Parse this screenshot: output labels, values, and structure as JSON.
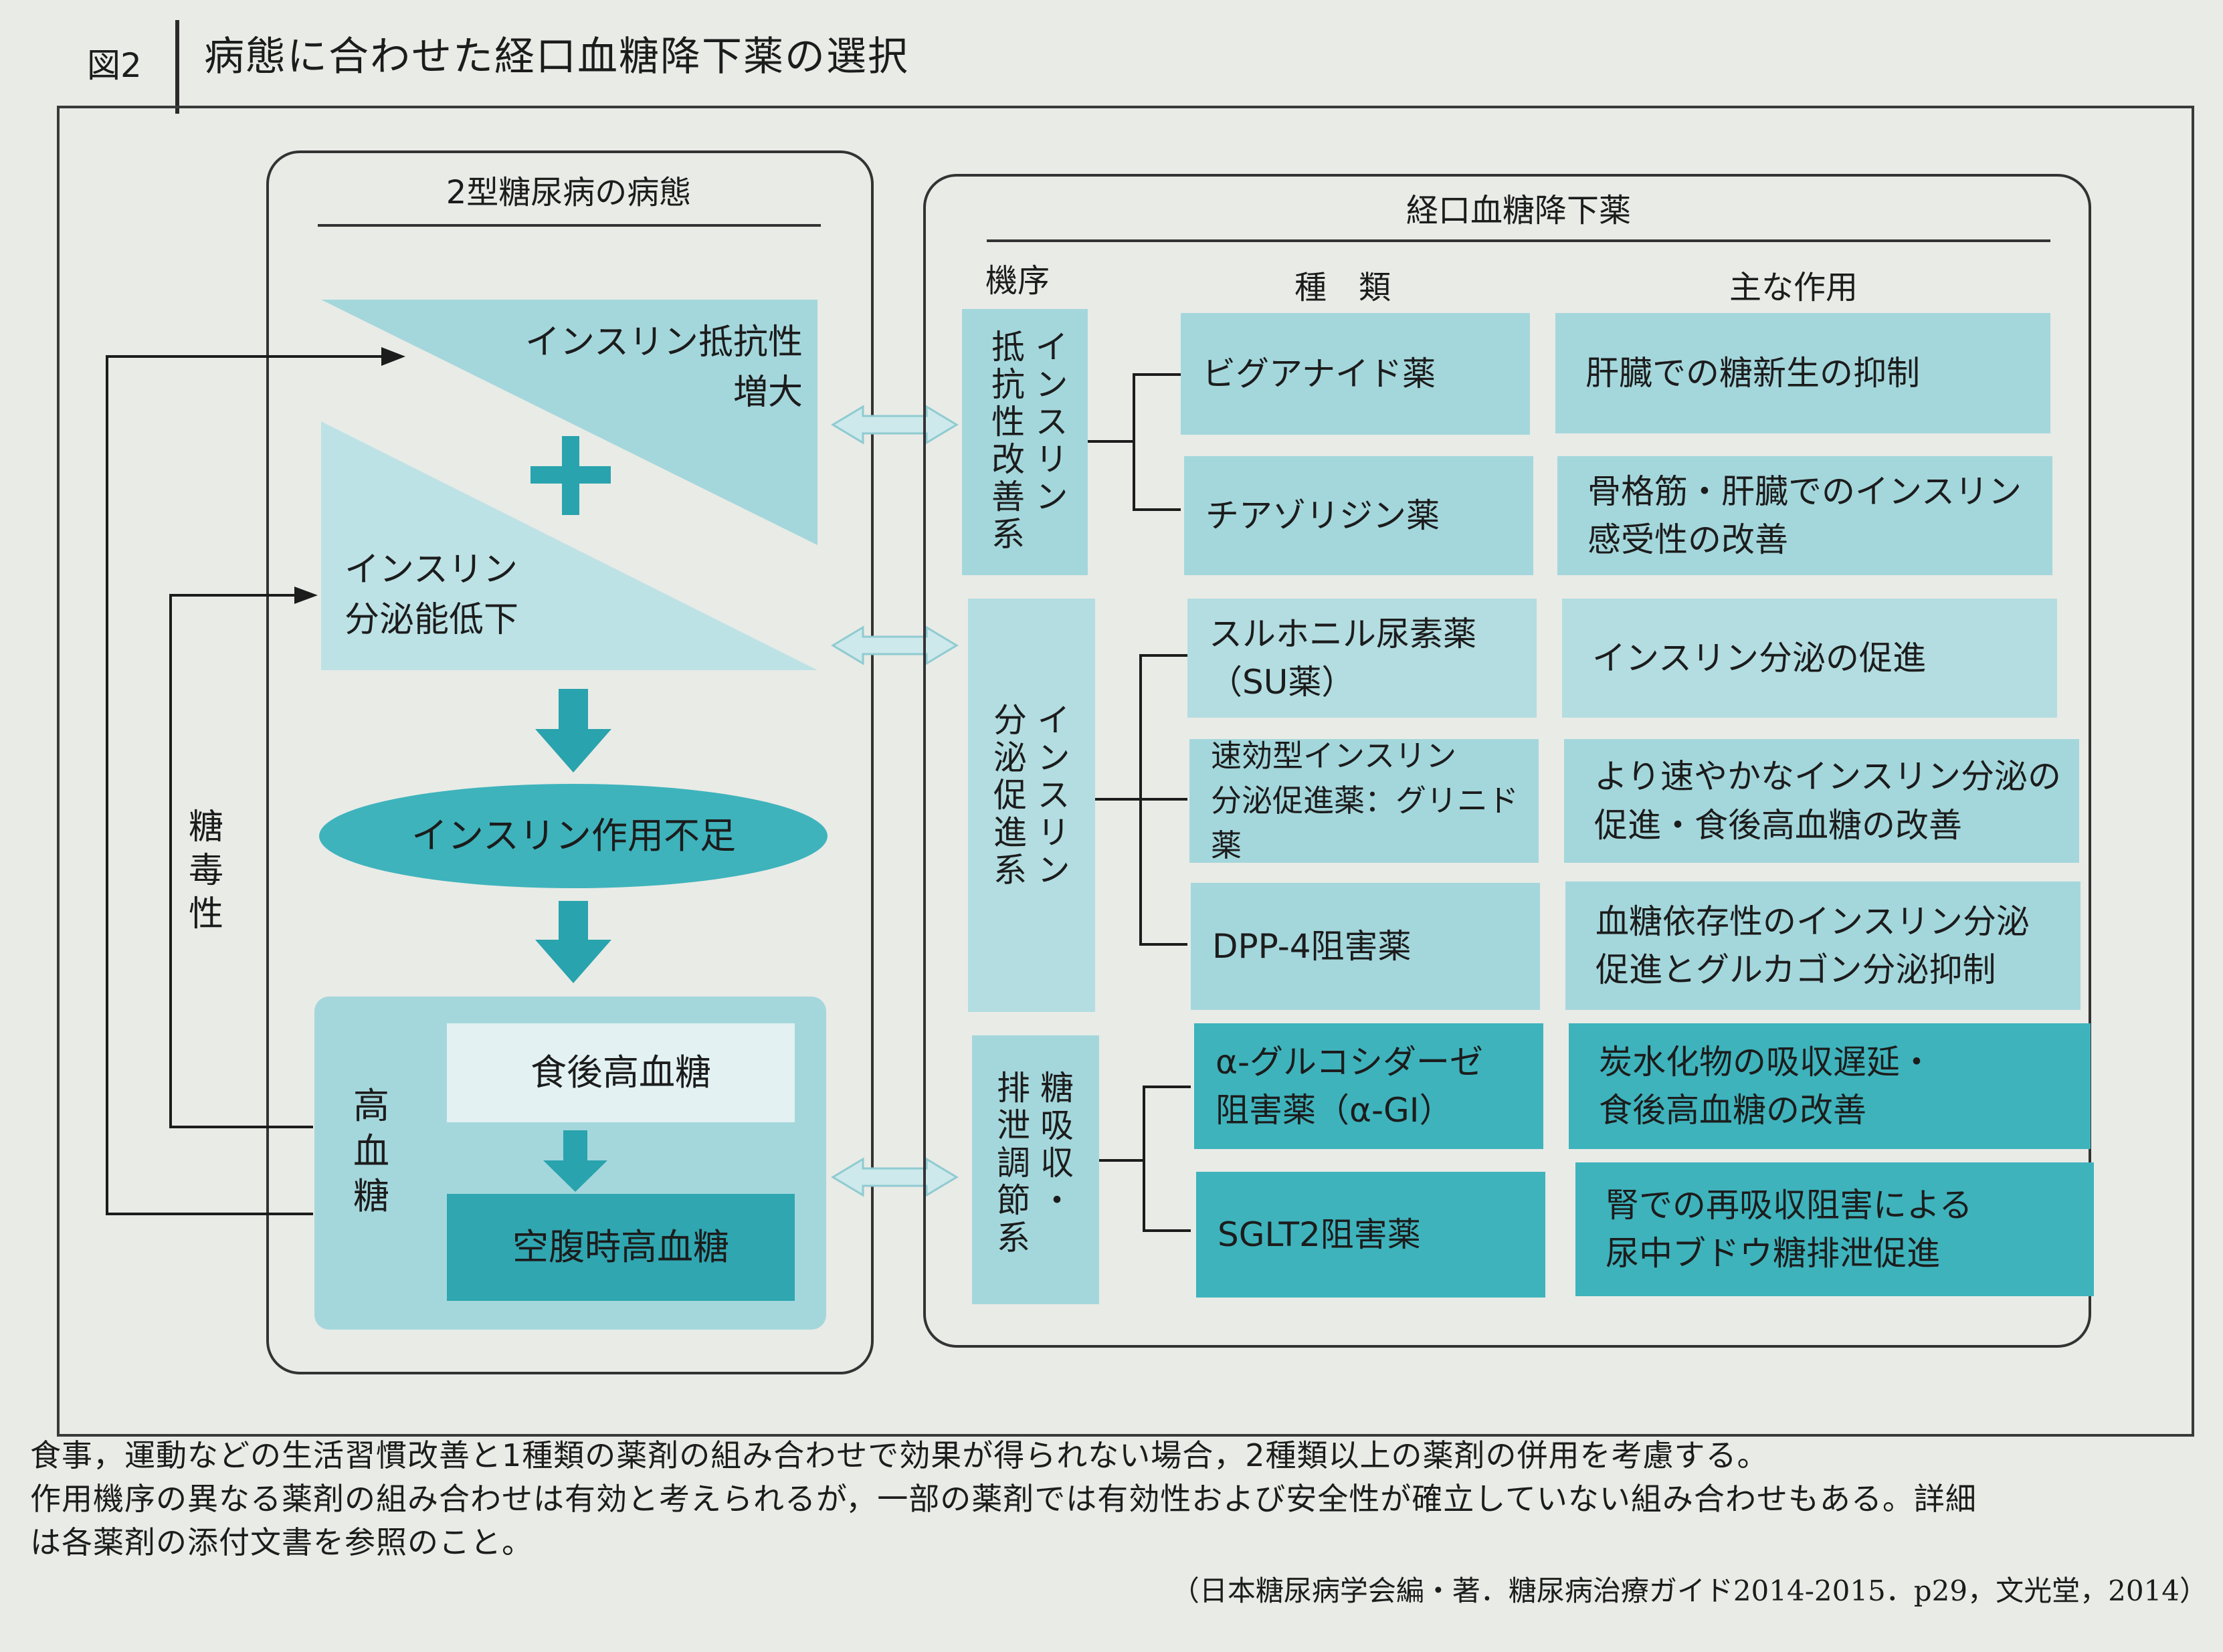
{
  "figure": {
    "label": "図2",
    "title": "病態に合わせた経口血糖降下薬の選択"
  },
  "left_panel": {
    "title": "2型糖尿病の病態",
    "resistance": "インスリン抵抗性\n増大",
    "plus": "+",
    "secretion": "インスリン\n分泌能低下",
    "insufficiency": "インスリン作用不足",
    "hyperglycemia_label": "高\n血\n糖",
    "postprandial": "食後高血糖",
    "fasting": "空腹時高血糖",
    "glucotoxicity": "糖\n毒\n性"
  },
  "right_panel": {
    "title": "経口血糖降下薬",
    "headers": {
      "mechanism": "機序",
      "type": "種　類",
      "action": "主な作用"
    },
    "groups": [
      {
        "mechanism": "インスリン\n抵抗性改善系",
        "drugs": [
          {
            "name": "ビグアナイド薬",
            "action": "肝臓での糖新生の抑制"
          },
          {
            "name": "チアゾリジン薬",
            "action": "骨格筋・肝臓でのインスリン\n感受性の改善"
          }
        ]
      },
      {
        "mechanism": "インスリン\n分泌促進系",
        "drugs": [
          {
            "name": "スルホニル尿素薬\n（SU薬）",
            "action": "インスリン分泌の促進"
          },
          {
            "name": "速効型インスリン\n分泌促進薬：グリニド薬",
            "action": "より速やかなインスリン分泌の\n促進・食後高血糖の改善"
          },
          {
            "name": "DPP-4阻害薬",
            "action": "血糖依存性のインスリン分泌\n促進とグルカゴン分泌抑制"
          }
        ]
      },
      {
        "mechanism": "糖吸収・\n排泄調節系",
        "drugs": [
          {
            "name": "α-グルコシダーゼ\n阻害薬（α-GI）",
            "action": "炭水化物の吸収遅延・\n食後高血糖の改善"
          },
          {
            "name": "SGLT2阻害薬",
            "action": "腎での再吸収阻害による\n尿中ブドウ糖排泄促進"
          }
        ]
      }
    ]
  },
  "footnote": {
    "line1": "食事，運動などの生活習慣改善と1種類の薬剤の組み合わせで効果が得られない場合，2種類以上の薬剤の併用を考慮する。",
    "line2": "作用機序の異なる薬剤の組み合わせは有効と考えられるが，一部の薬剤では有効性および安全性が確立していない組み合わせもある。詳細",
    "line3": "は各薬剤の添付文書を参照のこと。",
    "citation": "（日本糖尿病学会編・著．糖尿病治療ガイド2014-2015．p29，文光堂，2014）"
  }
}
